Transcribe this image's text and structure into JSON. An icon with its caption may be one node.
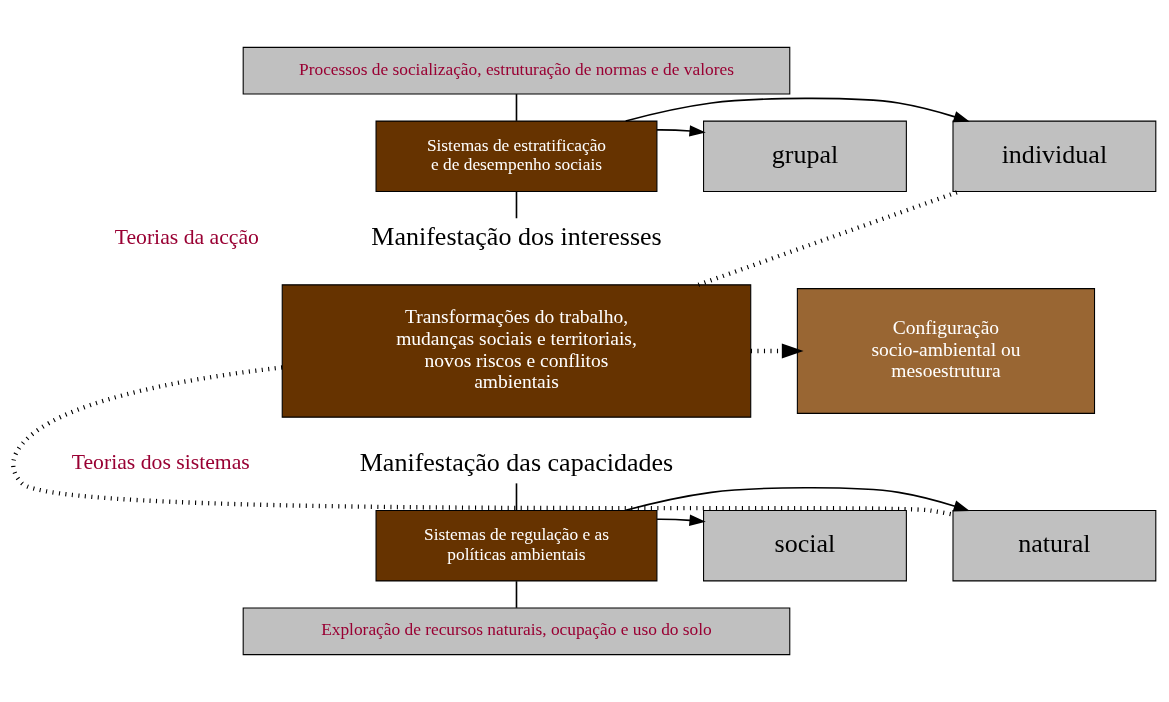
{
  "diagram": {
    "nodes": [
      {
        "text": [
          "Processos de socialização, estruturação de normas e de valores"
        ]
      },
      {
        "text": [
          "individual"
        ]
      },
      {
        "text": [
          "Sistemas de estratificação e de desempenho sociais"
        ]
      },
      {
        "text": [
          "grupal"
        ]
      },
      {
        "text": [
          "Manifestação dos interesses"
        ]
      },
      {
        "text": [
          "Transformações do trabalho, mudanças sociais e territoriais, novos riscos e conflitos ambientais"
        ]
      },
      {
        "text": [
          "Configuração socio-ambiental ou mesoestrutura"
        ]
      },
      {
        "text": [
          "Manifestação das capacidades"
        ]
      },
      {
        "text": [
          "Sistemas de regulação e as políticas ambientais"
        ]
      },
      {
        "text": [
          "natural"
        ]
      },
      {
        "text": [
          "social"
        ]
      },
      {
        "text": [
          "Exploração de recursos naturais, ocupação e uso do solo"
        ]
      }
    ],
    "edges": [
      {
        "from": 0,
        "to": 2,
        "arrow": "none"
      },
      {
        "from": 2,
        "to": 1,
        "arrow": "to"
      },
      {
        "from": 2,
        "to": 3,
        "arrow": "to"
      },
      {
        "from": 2,
        "to": 4,
        "arrow": "none"
      },
      {
        "from": 5,
        "to": 1,
        "arrow": "none",
        "style": "dashed"
      },
      {
        "from": 5,
        "to": 6,
        "arrow": "to",
        "style": "dashed"
      },
      {
        "from": 5,
        "to": 9,
        "arrow": "none",
        "style": "dashed"
      },
      {
        "from": 7,
        "to": 8,
        "arrow": "none"
      },
      {
        "from": 8,
        "to": 9,
        "arrow": "to"
      },
      {
        "from": 8,
        "to": 10,
        "arrow": "to"
      },
      {
        "from": 8,
        "to": 11,
        "arrow": "none"
      }
    ],
    "labels": [
      "Teorias da acção",
      "Teorias dos sistemas"
    ]
  }
}
